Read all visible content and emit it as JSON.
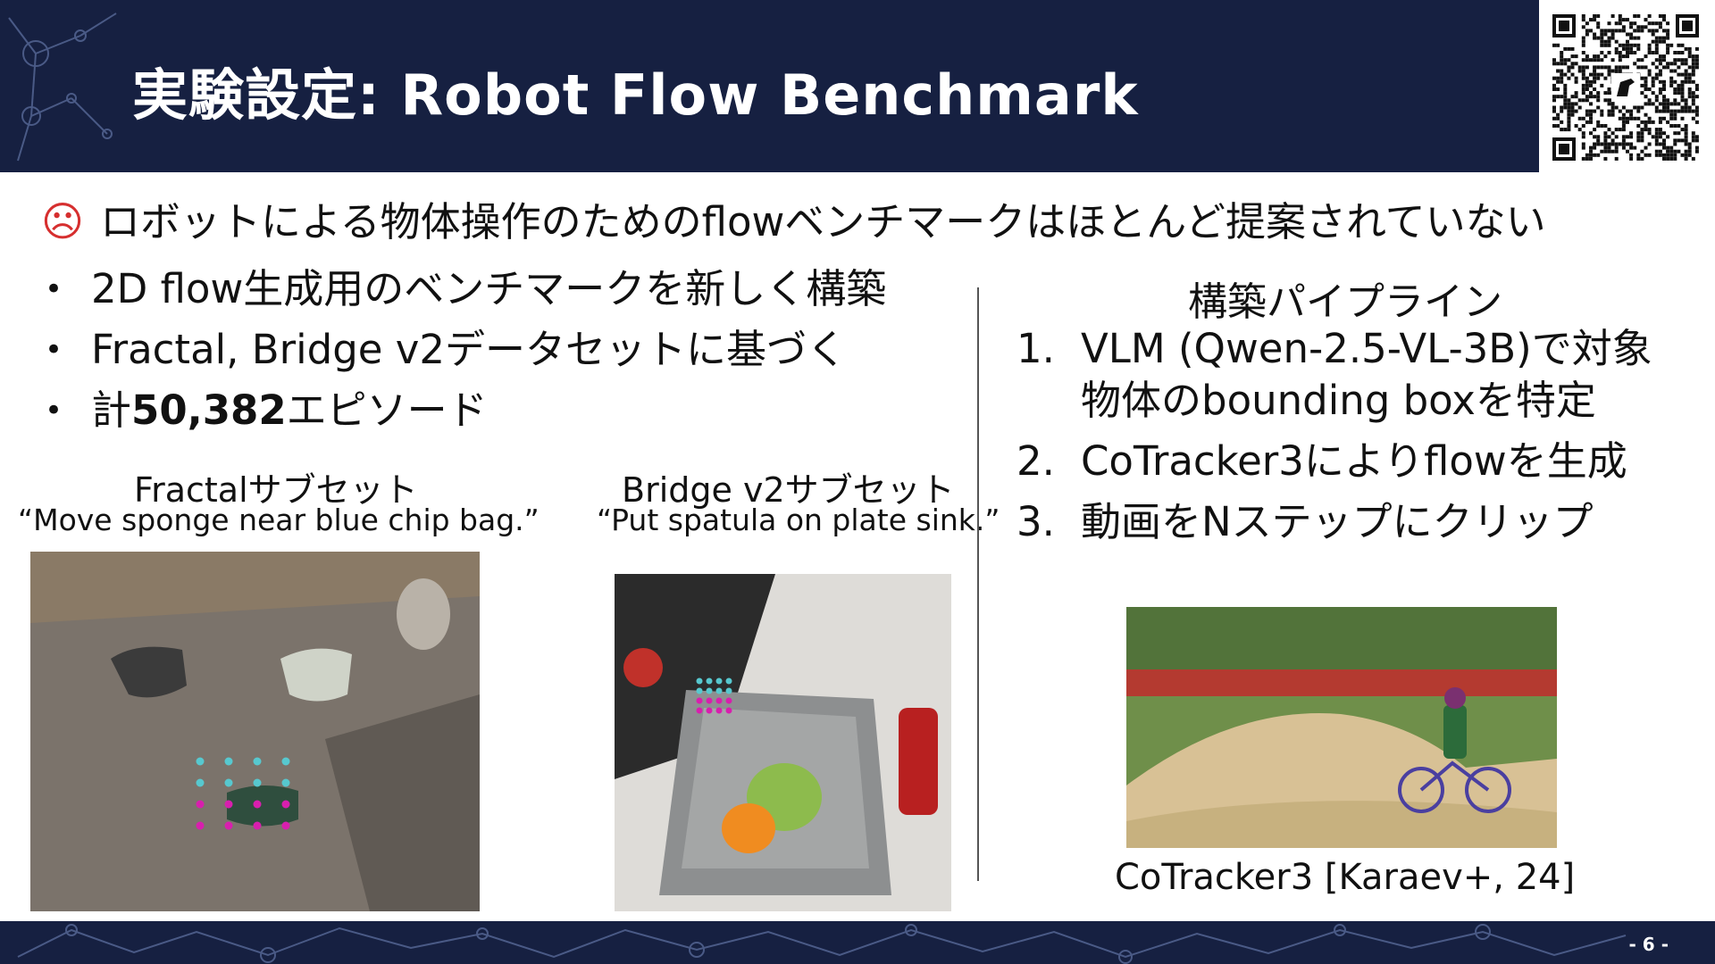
{
  "header": {
    "title": "実験設定: Robot Flow Benchmark"
  },
  "problem": {
    "icon": "sad-face-icon",
    "text": "ロボットによる物体操作のためのflowベンチマークはほとんど提案されていない"
  },
  "bullets": [
    {
      "text": "2D flow生成用のベンチマークを新しく構築"
    },
    {
      "text": "Fractal, Bridge v2データセットに基づく"
    },
    {
      "prefix": "計",
      "bold": "50,382",
      "suffix": "エピソード"
    }
  ],
  "subsets": [
    {
      "title": "Fractalサブセット",
      "caption": "“Move sponge near blue chip bag.”"
    },
    {
      "title": "Bridge v2サブセット",
      "caption": "“Put spatula on plate sink.”"
    }
  ],
  "pipeline": {
    "title": "構築パイプライン",
    "steps": [
      {
        "num": "1.",
        "line1": "VLM (Qwen-2.5-VL-3B)で対象",
        "line2": "物体のbounding boxを特定"
      },
      {
        "num": "2.",
        "line1": "CoTracker3によりflowを生成"
      },
      {
        "num": "3.",
        "line1": "動画をNステップにクリップ"
      }
    ]
  },
  "credit": "CoTracker3 [Karaev+, 24]",
  "footer": {
    "page": "- 6 -"
  },
  "colors": {
    "navy": "#162041",
    "sad": "#d62f2f",
    "flow_cyan": "#57c8cf",
    "flow_magenta": "#d81fae"
  }
}
